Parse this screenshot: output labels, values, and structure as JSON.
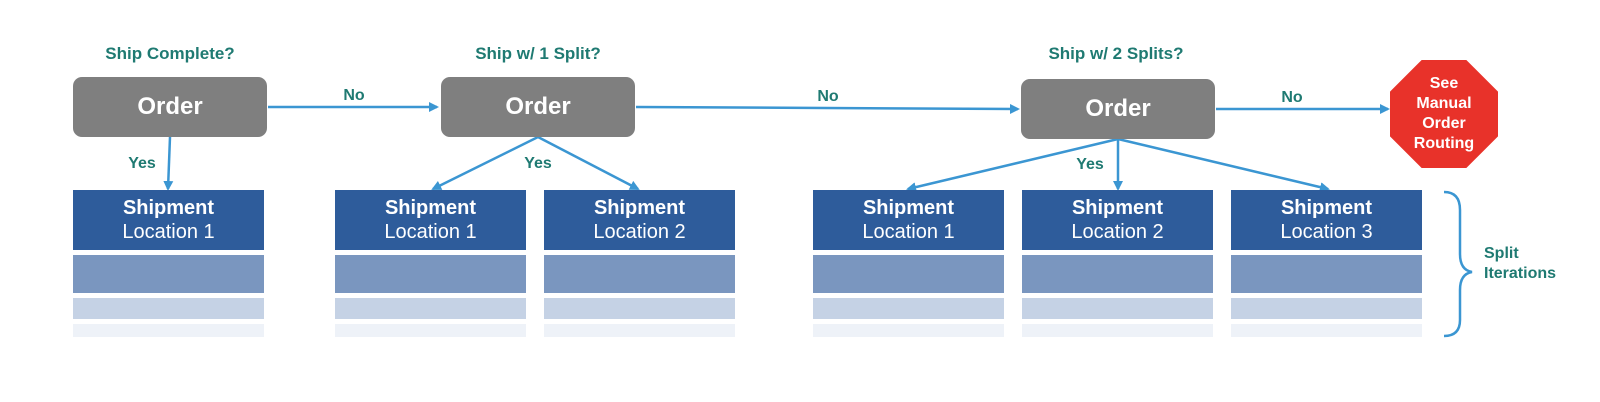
{
  "colors": {
    "order": "#7f7f7f",
    "shipment": "#2e5c9b",
    "band_mid": "#7a96bf",
    "band_light": "#c5d2e5",
    "band_faint": "#eef2f8",
    "arrow": "#3b96d2",
    "label": "#1f7a72",
    "stop": "#e8322a"
  },
  "stages": [
    {
      "question": "Ship Complete?",
      "order_label": "Order",
      "no_label": "No",
      "yes_label": "Yes",
      "shipments": [
        {
          "title": "Shipment",
          "location": "Location 1"
        }
      ]
    },
    {
      "question": "Ship w/ 1 Split?",
      "order_label": "Order",
      "no_label": "No",
      "yes_label": "Yes",
      "shipments": [
        {
          "title": "Shipment",
          "location": "Location 1"
        },
        {
          "title": "Shipment",
          "location": "Location 2"
        }
      ]
    },
    {
      "question": "Ship w/ 2 Splits?",
      "order_label": "Order",
      "no_label": "No",
      "yes_label": "Yes",
      "shipments": [
        {
          "title": "Shipment",
          "location": "Location 1"
        },
        {
          "title": "Shipment",
          "location": "Location 2"
        },
        {
          "title": "Shipment",
          "location": "Location 3"
        }
      ]
    }
  ],
  "stop": {
    "label": "See\nManual\nOrder\nRouting",
    "icon": "stop-sign-icon"
  },
  "split_iterations": {
    "label": "Split\nIterations",
    "icon": "curly-brace-icon"
  }
}
